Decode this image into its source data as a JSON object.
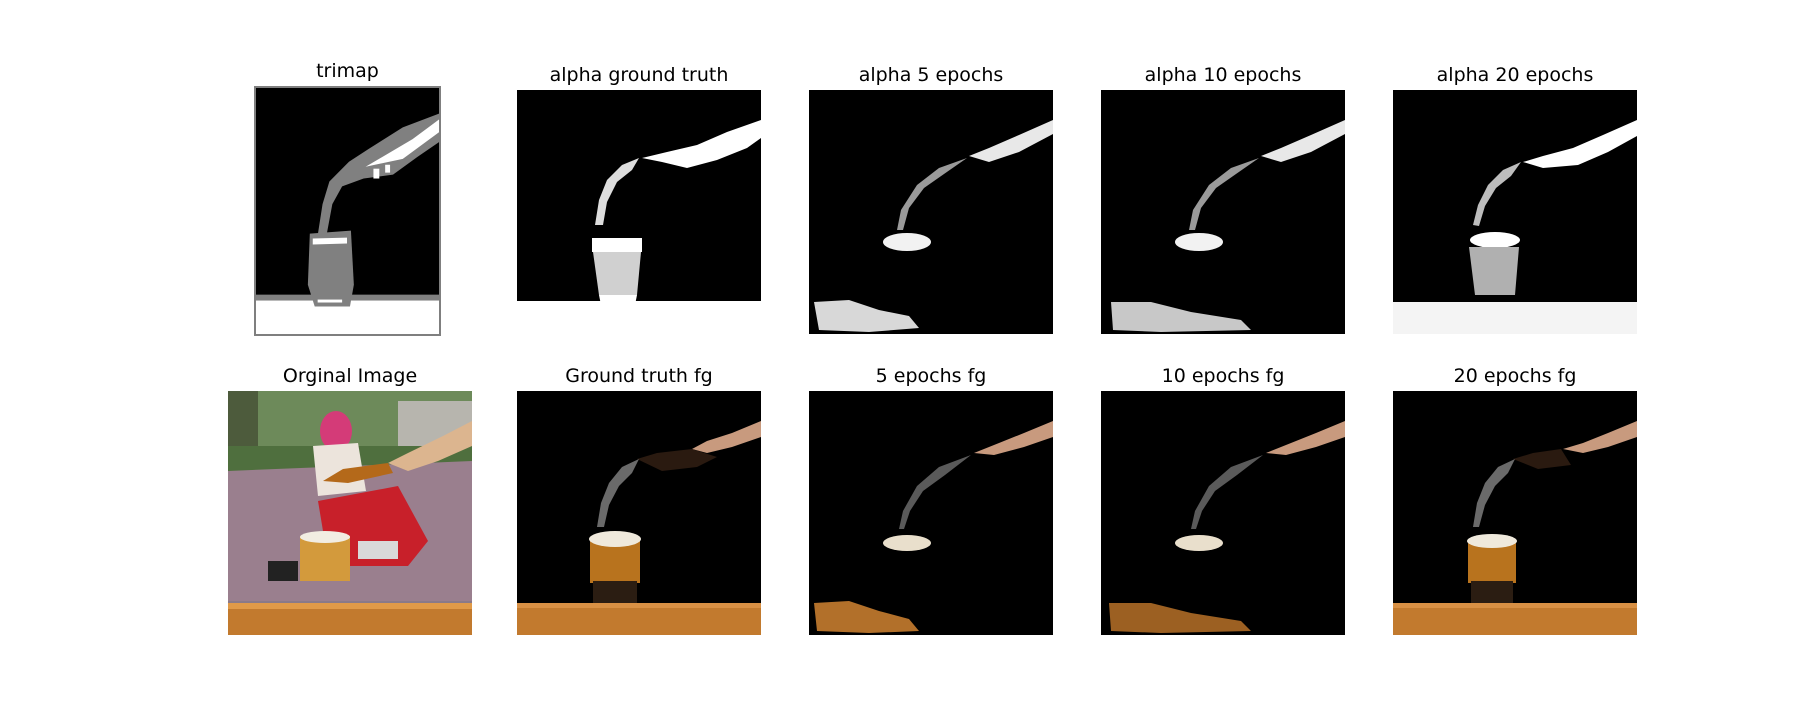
{
  "figure": {
    "row1": [
      {
        "title": "trimap"
      },
      {
        "title": "alpha ground truth"
      },
      {
        "title": "alpha 5 epochs"
      },
      {
        "title": "alpha 10 epochs"
      },
      {
        "title": "alpha 20 epochs"
      }
    ],
    "row2": [
      {
        "title": "Orginal Image"
      },
      {
        "title": "Ground truth fg"
      },
      {
        "title": "5 epochs fg"
      },
      {
        "title": "10 epochs fg"
      },
      {
        "title": "20 epochs fg"
      }
    ]
  }
}
